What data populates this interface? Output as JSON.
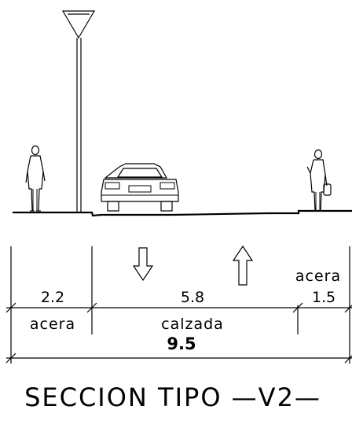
{
  "title": "SECCION TIPO —V2—",
  "dimensions": {
    "left_sidewalk": {
      "value": "2.2",
      "label": "acera"
    },
    "roadway": {
      "value": "5.8",
      "label": "calzada"
    },
    "right_sidewalk": {
      "value": "1.5",
      "label": "acera"
    },
    "total": "9.5"
  },
  "icons": [
    "street-lamp-icon",
    "pedestrian-icon",
    "car-icon",
    "traffic-arrow-down-icon",
    "traffic-arrow-up-icon"
  ]
}
